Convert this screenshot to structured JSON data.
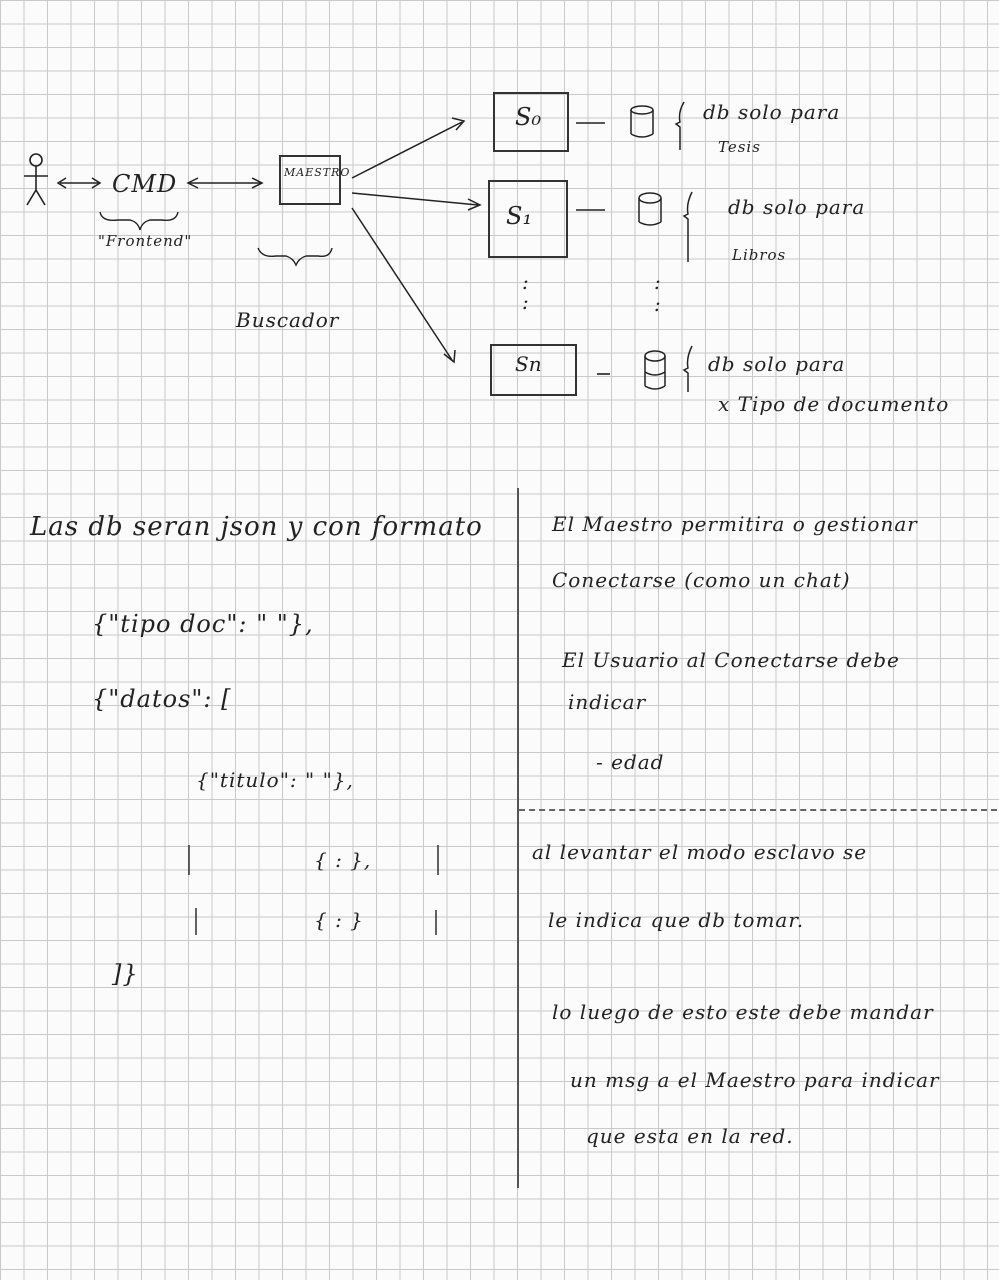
{
  "diagram": {
    "actor_arrow": "←→",
    "cmd": "CMD",
    "frontend": "\"Frontend\"",
    "maestro": "MAESTRO",
    "buscador": "Buscador",
    "servers": [
      {
        "label": "S₀",
        "db_note_1": "db solo para",
        "db_note_2": "Tesis"
      },
      {
        "label": "S₁",
        "db_note_1": "db solo para",
        "db_note_2": "Libros"
      },
      {
        "label": "Sn",
        "db_note_1": "db solo para",
        "db_note_2": "x Tipo de documento"
      }
    ],
    "ellipsis": ":"
  },
  "left_notes": {
    "heading": "Las db seran json y con formato",
    "line1": "{\"tipo doc\": \" \"},",
    "line2": "{\"datos\": [",
    "line3": "{\"titulo\":  \"  \"},",
    "line4": "{        :        },",
    "line5": "{        :        }",
    "line6": "]}"
  },
  "right_notes": {
    "p1_l1": "El Maestro permitira o gestionar",
    "p1_l2": "Conectarse (como un chat)",
    "p2_l1": "El Usuario al Conectarse debe",
    "p2_l2": "indicar",
    "p2_l3": "- edad",
    "p3_l1": "al levantar el modo esclavo se",
    "p3_l2": "le indica que db tomar.",
    "p4_l1": "lo luego de esto este debe mandar",
    "p4_l2": "un msg a el Maestro para indicar",
    "p4_l3": "que esta en la red."
  }
}
